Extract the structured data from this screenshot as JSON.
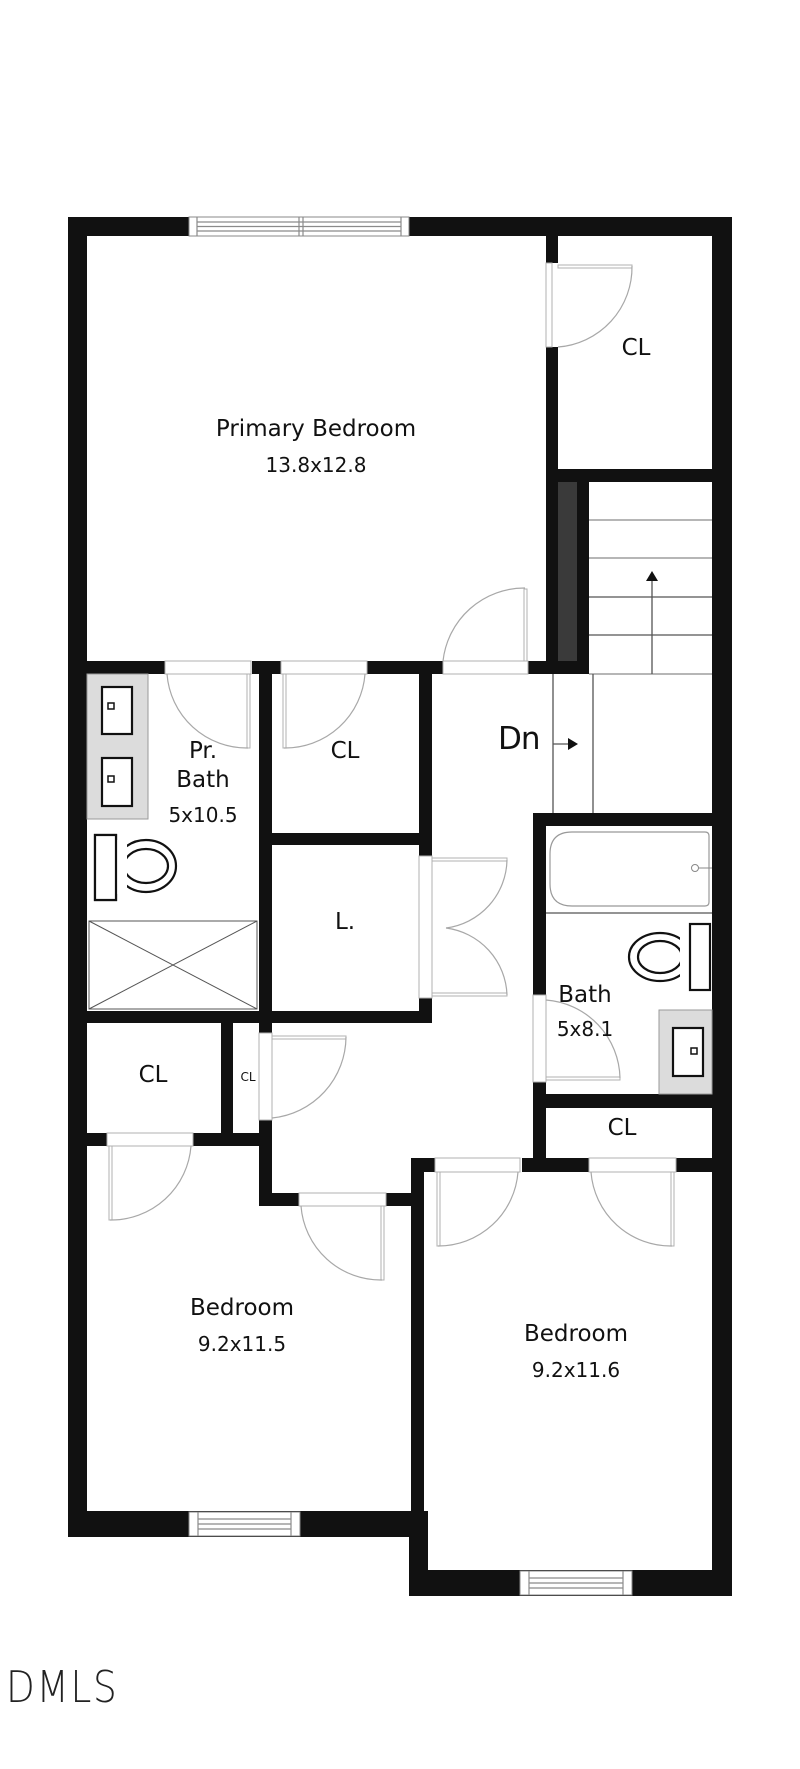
{
  "floor_plan": {
    "rooms": [
      {
        "id": "primary-bedroom",
        "name": "Primary Bedroom",
        "dims": "13.8x12.8"
      },
      {
        "id": "closet-primary",
        "name": "CL"
      },
      {
        "id": "primary-bath",
        "name_line1": "Pr.",
        "name_line2": "Bath",
        "dims": "5x10.5"
      },
      {
        "id": "closet-hall",
        "name": "CL"
      },
      {
        "id": "laundry",
        "name": "L."
      },
      {
        "id": "bath",
        "name": "Bath",
        "dims": "5x8.1"
      },
      {
        "id": "closet-left",
        "name": "CL"
      },
      {
        "id": "closet-small",
        "name": "CL"
      },
      {
        "id": "closet-bath",
        "name": "CL"
      },
      {
        "id": "bedroom-left",
        "name": "Bedroom",
        "dims": "9.2x11.5"
      },
      {
        "id": "bedroom-right",
        "name": "Bedroom",
        "dims": "9.2x11.6"
      }
    ],
    "stairs": {
      "label": "Dn",
      "arrow": "→"
    }
  },
  "branding": {
    "logo_text": "DMLS"
  },
  "colors": {
    "wall": "#111111",
    "fixture_gray": "#dcdcdc",
    "rail": "#3a3a3a"
  }
}
